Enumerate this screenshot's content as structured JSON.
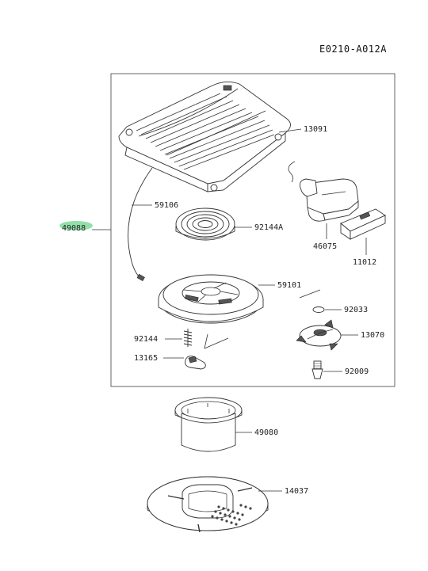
{
  "diagram_code": "E0210-A012A",
  "highlighted_part": "49088",
  "parts": [
    {
      "id": "p13091",
      "number": "13091"
    },
    {
      "id": "p59106",
      "number": "59106"
    },
    {
      "id": "p92144A",
      "number": "92144A"
    },
    {
      "id": "p49088",
      "number": "49088"
    },
    {
      "id": "p46075",
      "number": "46075"
    },
    {
      "id": "p11012",
      "number": "11012"
    },
    {
      "id": "p59101",
      "number": "59101"
    },
    {
      "id": "p92033",
      "number": "92033"
    },
    {
      "id": "p92144",
      "number": "92144"
    },
    {
      "id": "p13070",
      "number": "13070"
    },
    {
      "id": "p13165",
      "number": "13165"
    },
    {
      "id": "p92009",
      "number": "92009"
    },
    {
      "id": "p49080",
      "number": "49080"
    },
    {
      "id": "p14037",
      "number": "14037"
    }
  ],
  "colors": {
    "highlight": "#7fd99a",
    "line": "#333333",
    "background": "#ffffff"
  }
}
